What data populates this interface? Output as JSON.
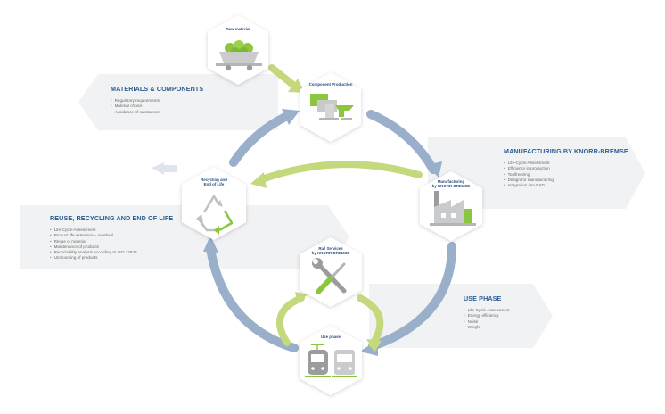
{
  "panels": {
    "materials": {
      "title": "MATERIALS & COMPONENTS",
      "items": [
        "Regulatory requirements",
        "Material choice",
        "Avoidance of substances"
      ]
    },
    "manufacturing": {
      "title": "MANUFACTURING BY KNORR-BREMSE",
      "items": [
        "Life-Cycle-Assessment",
        "Efficiency in production",
        "Toolfreezing",
        "Design for manufacturing",
        "Integration into R&D"
      ]
    },
    "reuse": {
      "title": "REUSE, RECYCLING AND END OF LIFE",
      "items": [
        "Life-Cycle-Assessment",
        "Product life extension – overhaul",
        "Reuse of material",
        "Maintenance of products",
        "Recyclability analysis according to ISO 22628",
        "Unmounting of products"
      ]
    },
    "usephase": {
      "title": "USE PHASE",
      "items": [
        "Life-Cycle-Assessment",
        "Energy efficiency",
        "Noise",
        "Weight"
      ]
    }
  },
  "hexagons": {
    "raw_material": "Raw material",
    "component_production": "Component Production",
    "manufacturing": "Manufacturing\nby KNORR-BREMSE",
    "recycling": "Recycling and\nEnd of Life",
    "rail_services": "Rail Services\nby KNORR-BREMSE",
    "use_phase": "Use phase"
  },
  "colors": {
    "arrow_blue": "#9aafca",
    "arrow_green": "#c3d97c",
    "accent_green": "#8cc63f",
    "title_blue": "#2a5d93",
    "panel_fill": "#f1f2f3",
    "icon_gray": "#cfd1d3"
  }
}
